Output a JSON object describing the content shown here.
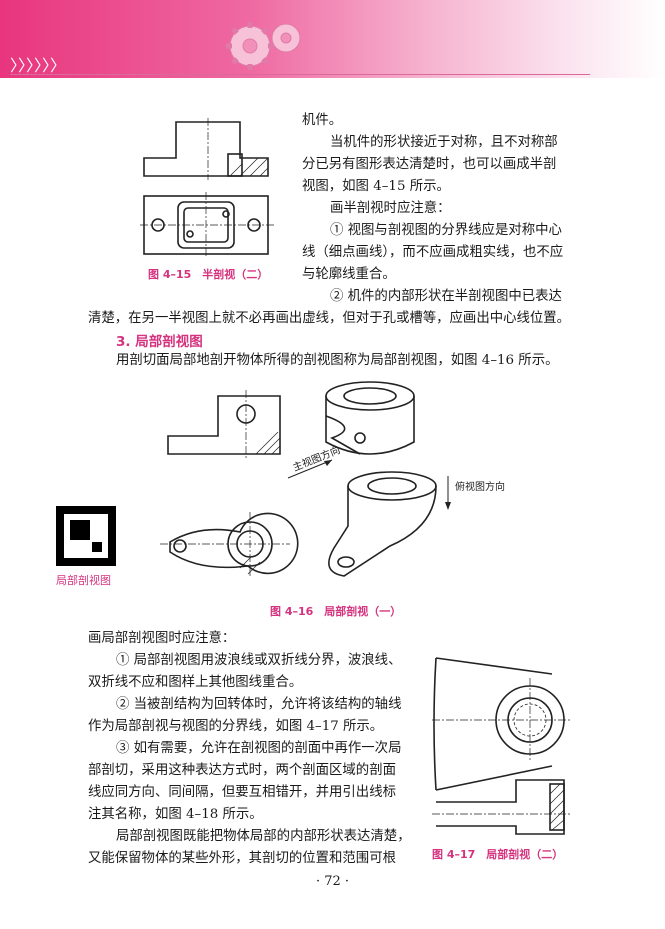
{
  "header": {
    "chevrons": "〉〉〉〉〉〉"
  },
  "text_lines": [
    "机件。",
    "当机件的形状接近于对称，且不对称部",
    "分已另有图形表达清楚时，也可以画成半剖",
    "视图，如图 4–15 所示。",
    "画半剖视时应注意：",
    "① 视图与剖视图的分界线应是对称中心",
    "线（细点画线），而不应画成粗实线，也不应",
    "与轮廓线重合。",
    "② 机件的内部形状在半剖视图中已表达",
    "清楚，在另一半视图上就不必再画出虚线，但对于孔或槽等，应画出中心线位置。"
  ],
  "section_title": "3. 局部剖视图",
  "section_intro": "用剖切面局部地剖开物体所得的剖视图称为局部剖视图，如图 4–16 所示。",
  "captions": {
    "fig_4_15": "图 4–15　半剖视（二）",
    "fig_4_16": "图 4–16　局部剖视（一）",
    "fig_4_17": "图 4–17　局部剖视（二）",
    "qr_label": "局部剖视图"
  },
  "fig_labels": {
    "main_view_direction": "主视图方向",
    "top_view_direction": "俯视图方向"
  },
  "notes": [
    "画局部剖视图时应注意：",
    "① 局部剖视图用波浪线或双折线分界，波浪线、",
    "双折线不应和图样上其他图线重合。",
    "② 当被剖结构为回转体时，允许将该结构的轴线",
    "作为局部剖视与视图的分界线，如图 4–17 所示。",
    "③ 如有需要，允许在剖视图的剖面中再作一次局",
    "部剖切，采用这种表达方式时，两个剖面区域的剖面",
    "线应同方向、同间隔，但要互相错开，并用引出线标",
    "注其名称，如图 4–18 所示。",
    "局部剖视图既能把物体局部的内部形状表达清楚，",
    "又能保留物体的某些外形，其剖切的位置和范围可根"
  ],
  "page_number": "· 72 ·",
  "colors": {
    "accent": "#d6337f",
    "band_start": "#e8357e"
  }
}
